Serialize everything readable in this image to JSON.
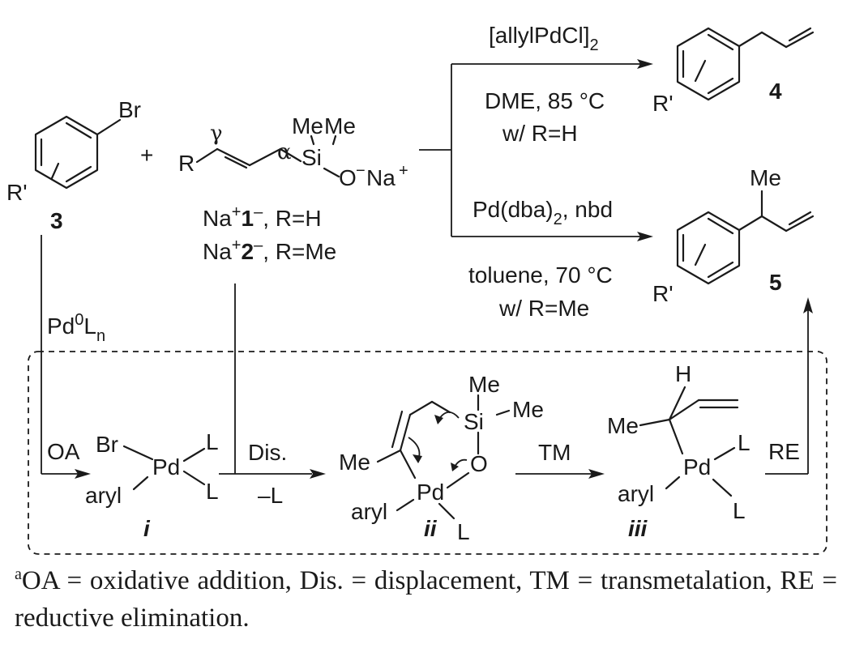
{
  "footnote": {
    "marker": "a",
    "text": "OA = oxidative addition, Dis. = displacement, TM = transmetalation, RE = reductive elimination."
  },
  "aryl_bromide": {
    "label": "3",
    "br": "Br",
    "substituent": "R'"
  },
  "silanolate": {
    "plus": "+",
    "R": "R",
    "gamma": "γ",
    "alpha": "α",
    "me1": "Me",
    "me2": "Me",
    "si": "Si",
    "o": "O",
    "o_charge": "−",
    "na": "Na",
    "na_charge": "+",
    "label_1": {
      "na": "Na",
      "na_charge": "+",
      "num": "1",
      "charge": "–",
      "rest": ", R=H"
    },
    "label_2": {
      "na": "Na",
      "na_charge": "+",
      "num": "2",
      "charge": "–",
      "rest": ", R=Me"
    }
  },
  "top_reaction": {
    "catalyst_pre": "[allylPdCl]",
    "catalyst_sub": "2",
    "conditions_1": "DME, 85 °C",
    "conditions_2": "w/ R=H",
    "product_label": "4",
    "product_substituent": "R'"
  },
  "bottom_reaction": {
    "catalyst_pre": "Pd(dba)",
    "catalyst_sub": "2",
    "catalyst_post": ", nbd",
    "conditions_1": "toluene, 70 °C",
    "conditions_2": "w/ R=Me",
    "product_label": "5",
    "product_substituent": "R'",
    "product_me": "Me"
  },
  "catalyst_entry": {
    "pd": "Pd",
    "sup": "0",
    "l": "L",
    "sub": "n"
  },
  "cycle": {
    "oa": "OA",
    "dis": "Dis.",
    "minus_l": "–L",
    "tm": "TM",
    "re": "RE",
    "complex_i": {
      "br": "Br",
      "pd": "Pd",
      "l1": "L",
      "l2": "L",
      "aryl": "aryl",
      "label": "i"
    },
    "complex_ii": {
      "me": "Me",
      "pd": "Pd",
      "aryl": "aryl",
      "l": "L",
      "o": "O",
      "si": "Si",
      "me1": "Me",
      "me2": "Me",
      "label": "ii"
    },
    "complex_iii": {
      "h": "H",
      "me": "Me",
      "pd": "Pd",
      "l1": "L",
      "l2": "L",
      "aryl": "aryl",
      "label": "iii"
    }
  }
}
